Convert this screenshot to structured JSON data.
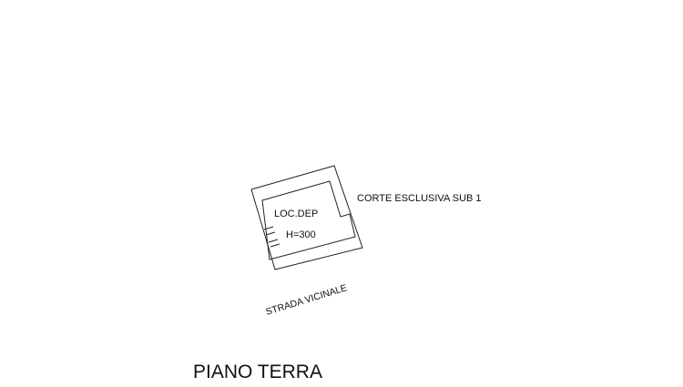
{
  "plan": {
    "room_label": "LOC.DEP",
    "room_height": "H=300",
    "courtyard_label": "CORTE ESCLUSIVA SUB 1",
    "road_label": "STRADA VICINALE",
    "floor_title": "PIANO TERRA"
  }
}
